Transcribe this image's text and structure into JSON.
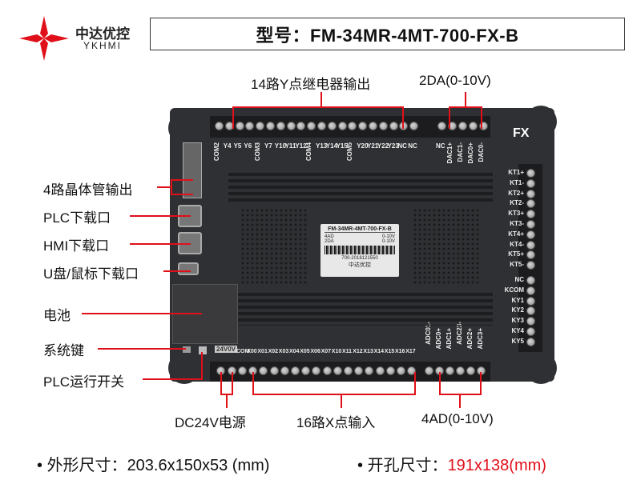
{
  "brand": {
    "name_cn": "中达优控",
    "name_en": "YKHMI",
    "logo_color": "#e0101a"
  },
  "title": "型号：FM-34MR-4MT-700-FX-B",
  "device": {
    "series_mark": "FX",
    "top_terminals_relay": [
      "COM2",
      "Y4",
      "Y5",
      "Y6",
      "COM3",
      "Y7",
      "Y10",
      "Y11",
      "Y12",
      "COM4",
      "Y13",
      "Y14",
      "Y15",
      "COM5",
      "Y20",
      "Y21",
      "Y22",
      "Y23",
      "NC",
      "NC"
    ],
    "top_terminals_da": [
      "NC",
      "DAC1+",
      "DAC1-",
      "DAC0+",
      "DAC0-"
    ],
    "bottom_power_label": "24V0V",
    "bottom_terminals_input": [
      "COM",
      "X00",
      "X01",
      "X02",
      "X03",
      "X04",
      "X05",
      "X06",
      "X07",
      "X10",
      "X11",
      "X12",
      "X13",
      "X14",
      "X15",
      "X16",
      "X17"
    ],
    "bottom_terminals_ad": [
      "ADC01-",
      "ADC0+",
      "ADC1+",
      "ADC23-",
      "ADC2+",
      "ADC3+"
    ],
    "right_terminals": [
      "KT1+",
      "KT1-",
      "KT2+",
      "KT2-",
      "KT3+",
      "KT3-",
      "KT4+",
      "KT4-",
      "KT5+",
      "KT5-",
      "NC",
      "KCOM",
      "KY1",
      "KY2",
      "KY3",
      "KY4",
      "KY5"
    ],
    "sticker": {
      "model": "FM-34MR-4MT-700-FX-B",
      "row1_label": "4AD",
      "row1_value": "0-10V",
      "row2_label": "2DA",
      "row2_value": "0-10V",
      "serial": "700-2018121550",
      "brand": "中达优控"
    }
  },
  "callouts": {
    "relay_out": "14路Y点继电器输出",
    "da": "2DA(0-10V)",
    "transistor": "4路晶体管输出",
    "plc_port": "PLC下载口",
    "hmi_port": "HMI下载口",
    "usb_port": "U盘/鼠标下载口",
    "battery": "电池",
    "sys_key": "系统键",
    "run_switch": "PLC运行开关",
    "power": "DC24V电源",
    "x_in": "16路X点输入",
    "ad": "4AD(0-10V)"
  },
  "footer": {
    "dims_label": "外形尺寸：",
    "dims_value": "203.6x150x53 (mm)",
    "cutout_label": "开孔尺寸：",
    "cutout_value": "191x138(mm)",
    "cutout_color": "#e0101a"
  }
}
